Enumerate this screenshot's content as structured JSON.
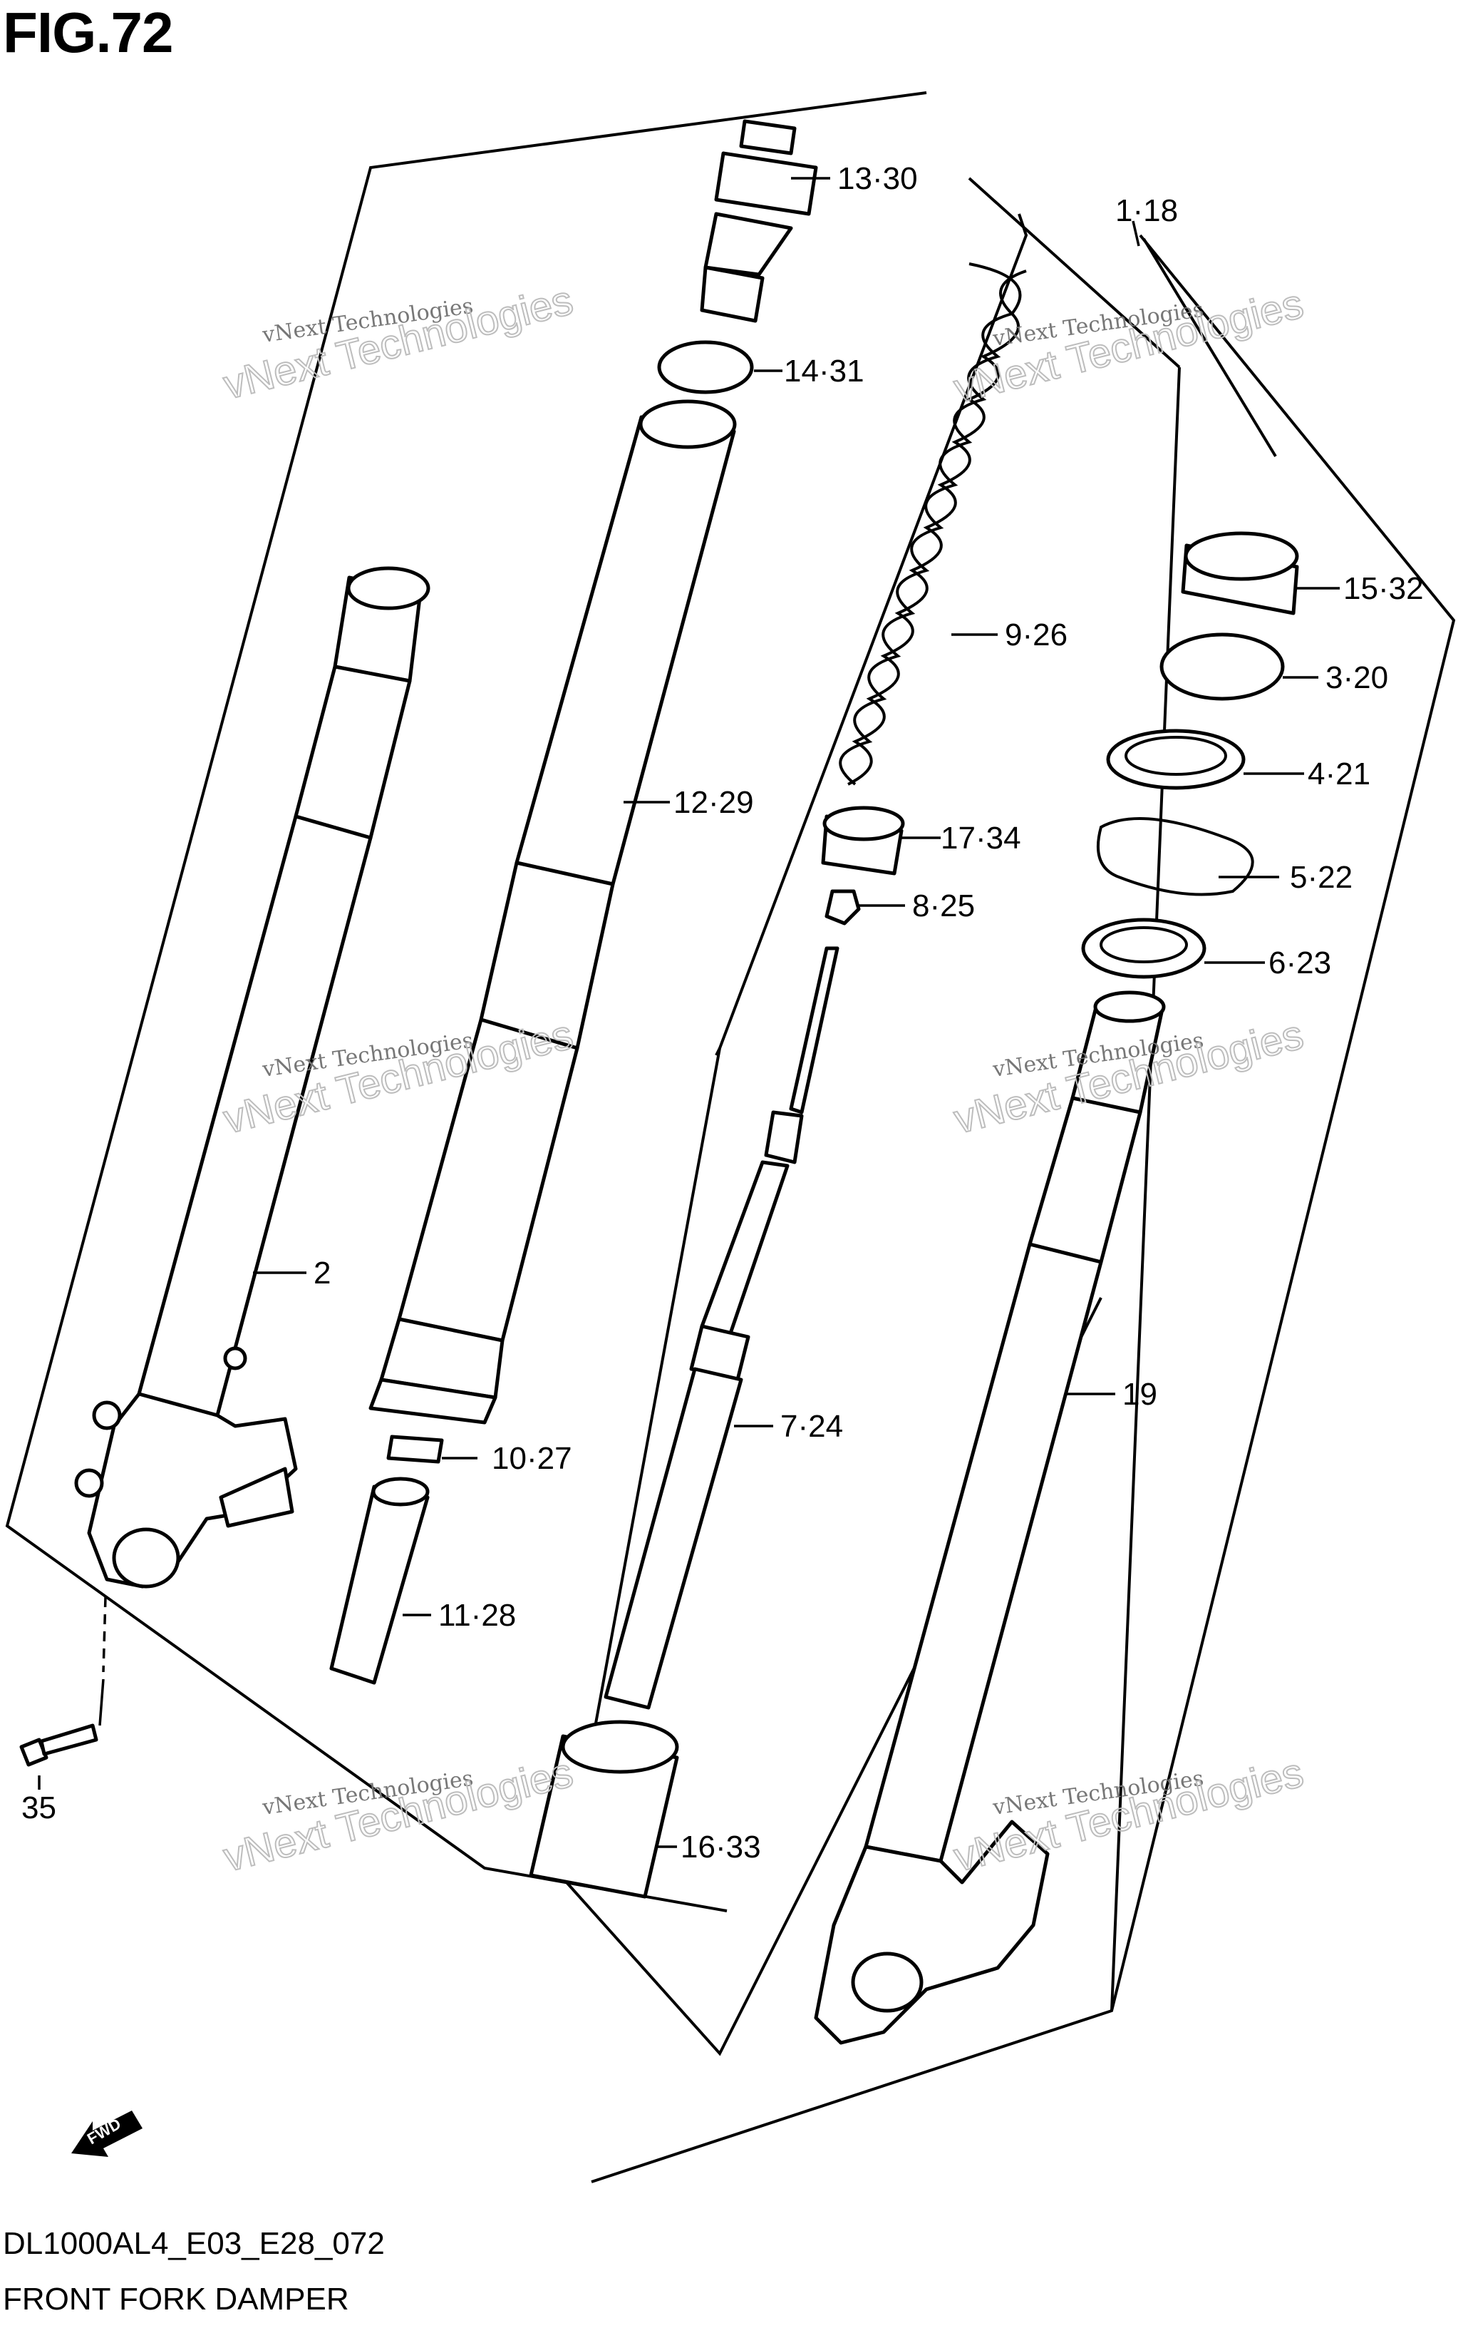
{
  "figure": {
    "title": "FIG.72",
    "model_code": "DL1000AL4_E03_E28_072",
    "name": "FRONT FORK DAMPER"
  },
  "callouts": {
    "c13_30": "13·30",
    "c1_18": "1·18",
    "c14_31": "14·31",
    "c15_32": "15·32",
    "c3_20": "3·20",
    "c9_26": "9·26",
    "c4_21": "4·21",
    "c12_29": "12·29",
    "c17_34": "17·34",
    "c5_22": "5·22",
    "c8_25": "8·25",
    "c6_23": "6·23",
    "c2": "2",
    "c19": "19",
    "c7_24": "7·24",
    "c10_27": "10·27",
    "c11_28": "11·28",
    "c35": "35",
    "c16_33": "16·33"
  },
  "watermark": {
    "line1": "vNext Technologies",
    "line2": "vNext Technologies"
  },
  "fwd_label": "FWD",
  "icons": [
    "front-fork-assembly",
    "fork-spring",
    "damper-rod",
    "fwd-arrow-icon"
  ]
}
